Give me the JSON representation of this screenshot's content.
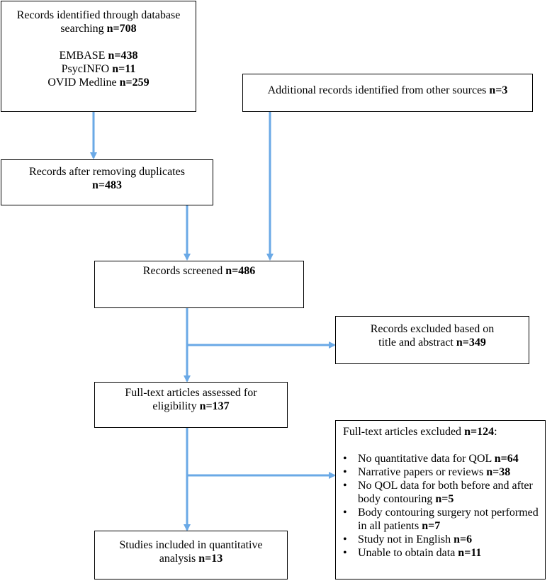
{
  "identification": {
    "line1": "Records identified through database",
    "line2": "searching ",
    "n": "n=708",
    "embase_label": "EMBASE ",
    "embase_n": "n=438",
    "psycinfo_label": "PsycINFO ",
    "psycinfo_n": "n=11",
    "medline_label": "OVID Medline ",
    "medline_n": "n=259"
  },
  "additional": {
    "label": "Additional records identified from other sources ",
    "n": "n=3"
  },
  "duplicates": {
    "label": "Records after removing duplicates",
    "n": "n=483"
  },
  "screened": {
    "label": "Records screened ",
    "n": "n=486"
  },
  "excluded_title": {
    "line1": "Records excluded based on",
    "line2": "title and abstract ",
    "n": "n=349"
  },
  "fulltext": {
    "line1": "Full-text articles assessed for",
    "line2": "eligibility ",
    "n": "n=137"
  },
  "fulltext_excluded": {
    "label": "Full-text articles excluded ",
    "n": "n=124",
    "colon": ":",
    "bullet_char": "•",
    "reasons": [
      {
        "text": "No quantitative data for QOL ",
        "n": "n=64"
      },
      {
        "text": "Narrative papers or reviews ",
        "n": "n=38"
      },
      {
        "text": "No QOL data for both before and after body contouring ",
        "n": "n=5"
      },
      {
        "text": "Body contouring surgery not performed in all patients ",
        "n": "n=7"
      },
      {
        "text": "Study not in English ",
        "n": "n=6"
      },
      {
        "text": "Unable to obtain data ",
        "n": "n=11"
      }
    ]
  },
  "included": {
    "line1": "Studies included in quantitative",
    "line2": "analysis ",
    "n": "n=13"
  },
  "colors": {
    "arrow": "#6aa9e6",
    "border": "#000000"
  }
}
